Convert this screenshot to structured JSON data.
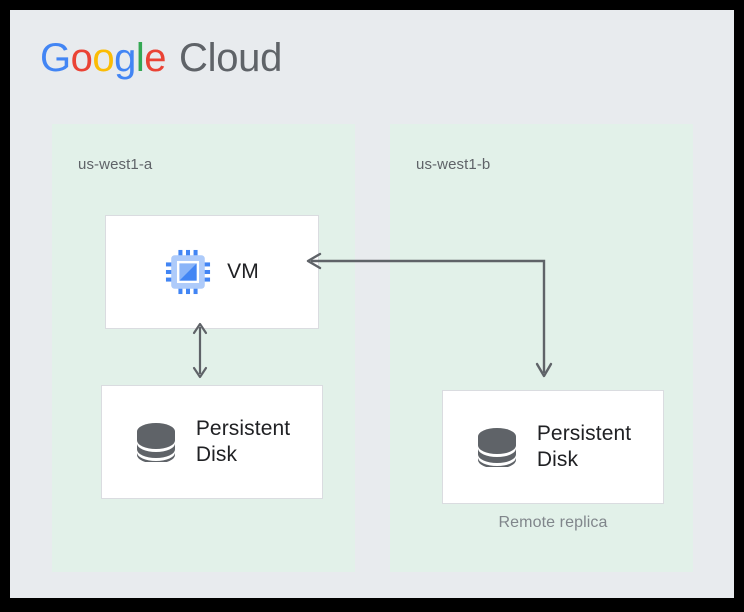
{
  "frame": {
    "border_color": "#000000",
    "canvas_color": "#e8ebee"
  },
  "logo": {
    "google": {
      "letters": [
        "G",
        "o",
        "o",
        "g",
        "l",
        "e"
      ],
      "colors": [
        "#4285f4",
        "#ea4335",
        "#fbbc05",
        "#4285f4",
        "#34a853",
        "#ea4335"
      ]
    },
    "cloud": "Cloud",
    "cloud_color": "#5f6368"
  },
  "zones": [
    {
      "id": "us-west1-a",
      "label": "us-west1-a",
      "background": "#e2f1e9",
      "resources": [
        {
          "id": "vm",
          "label": "VM",
          "icon": "compute-engine-chip-icon"
        },
        {
          "id": "persistent-disk-primary",
          "label": "Persistent\nDisk",
          "icon": "persistent-disk-icon"
        }
      ]
    },
    {
      "id": "us-west1-b",
      "label": "us-west1-b",
      "background": "#e2f1e9",
      "resources": [
        {
          "id": "persistent-disk-replica",
          "label": "Persistent\nDisk",
          "icon": "persistent-disk-icon",
          "caption": "Remote replica"
        }
      ]
    }
  ],
  "connectors": [
    {
      "id": "vm-to-disk-attach",
      "type": "bidirectional-vertical-arrow",
      "from": "vm",
      "to": "persistent-disk-primary",
      "color": "#5f6368"
    },
    {
      "id": "replication-elbow",
      "type": "bidirectional-elbow-arrow",
      "from": "vm",
      "to": "persistent-disk-replica",
      "color": "#5f6368"
    }
  ],
  "colors": {
    "chip_body": "#aecbfa",
    "chip_pin": "#4285f4",
    "chip_accent": "#4285f4",
    "disk_icon": "#5f6368",
    "card_border": "#dadce0",
    "card_background": "#ffffff",
    "label_text": "#202124",
    "muted_text": "#5f6368",
    "caption_text": "#80868b"
  }
}
